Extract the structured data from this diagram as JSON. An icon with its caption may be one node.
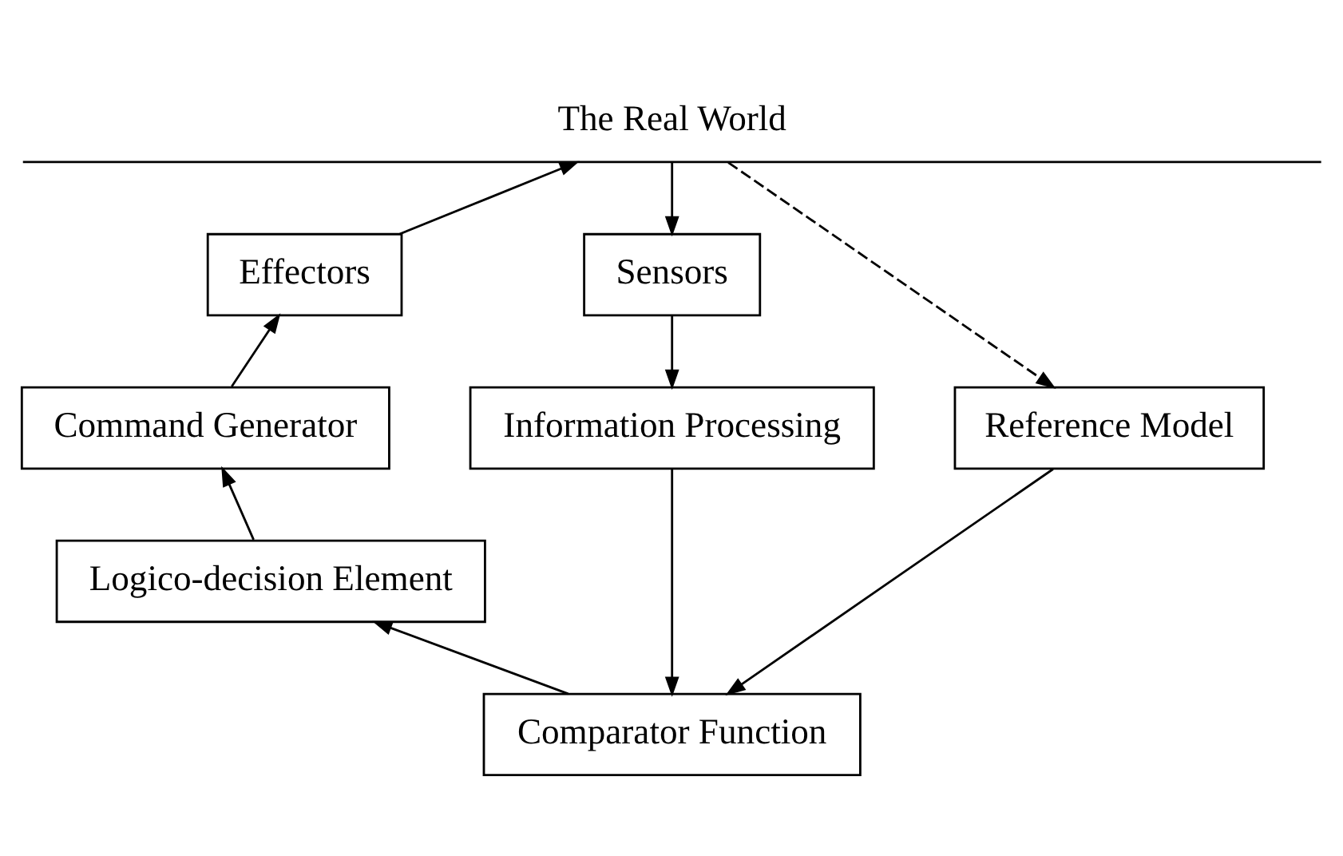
{
  "diagram": {
    "nodes": [
      {
        "text": [
          "The Real World"
        ]
      },
      {
        "text": [
          "Effectors"
        ]
      },
      {
        "text": [
          "Sensors"
        ]
      },
      {
        "text": [
          "Command Generator"
        ]
      },
      {
        "text": [
          "Reference Model"
        ]
      },
      {
        "text": [
          "Information Processing"
        ]
      },
      {
        "text": [
          "Logico-decision Element"
        ]
      },
      {
        "text": [
          "Comparator Function"
        ]
      }
    ],
    "edges": [
      {
        "from": 0,
        "to": 4,
        "arrow": "to",
        "style": "dashed"
      },
      {
        "from": 1,
        "to": 0,
        "arrow": "to"
      },
      {
        "from": 0,
        "to": 2,
        "arrow": "to"
      },
      {
        "from": 3,
        "to": 1,
        "arrow": "to"
      },
      {
        "from": 2,
        "to": 5,
        "arrow": "to"
      },
      {
        "from": 6,
        "to": 3,
        "arrow": "to"
      },
      {
        "from": 7,
        "to": 6,
        "arrow": "to"
      },
      {
        "from": 4,
        "to": 7,
        "arrow": "to"
      },
      {
        "from": 5,
        "to": 7,
        "arrow": "to"
      }
    ]
  }
}
